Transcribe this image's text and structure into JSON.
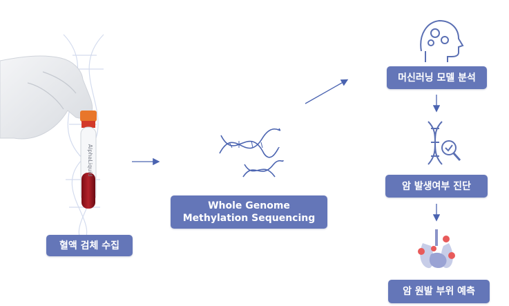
{
  "steps": {
    "collect": "혈액 검체 수집",
    "wgms_line1": "Whole Genome",
    "wgms_line2": "Methylation Sequencing",
    "ml": "머신러닝 모델 분석",
    "diagnosis": "암 발생여부 진단",
    "origin": "암 원발 부위 예측"
  },
  "tube_brand": "AlphaLiquid",
  "colors": {
    "label_bg": "#6476b8",
    "arrow": "#4a63b0",
    "icon": "#5a6fb3",
    "accent_red": "#e85a5a"
  },
  "icons": [
    "blood-tube-icon",
    "dna-double-helix-icon",
    "brain-gears-icon",
    "dna-magnifier-icon",
    "organs-icon"
  ]
}
